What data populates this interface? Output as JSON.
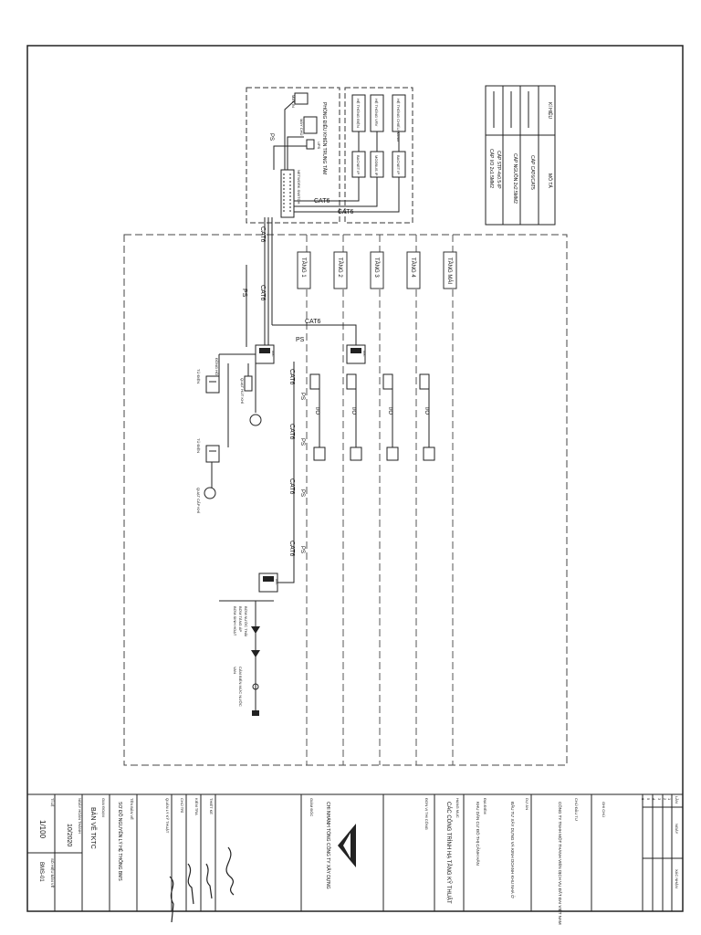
{
  "legend": {
    "headers": [
      "KÍ HIỆU",
      "MÔ TẢ"
    ],
    "rows": [
      "CÁP CAT6/CAT5",
      "CÁP NGUỒN 2x2.5MM2",
      "CÁP STP-4x0.5-IP",
      "CÁP I/O 2x1.5MM2"
    ]
  },
  "control_room": {
    "title": "PHÒNG ĐIỀU KHIỂN TRUNG TÂM",
    "devices": [
      "MÁY IN",
      "MÁY CHỦ",
      "UPS",
      "NETWORK SWITCH"
    ]
  },
  "systems": {
    "items": [
      "HỆ THỐNG CHIẾU SÁNG",
      "HỆ THỐNG VRV",
      "HỆ THỐNG ĐIỆN"
    ],
    "gateways": [
      "BACNET IP",
      "MODBUS IP",
      "BACNET IP"
    ]
  },
  "floors": [
    "TẦNG 1",
    "TẦNG 2",
    "TẦNG 3",
    "TẦNG 4",
    "TẦNG MÁI"
  ],
  "cable_labels": {
    "cat6": "CAT6",
    "ps": "PS",
    "io": "I/O"
  },
  "field": {
    "ddc": "DDC",
    "meter_label": "ĐỒNG HỒ ĐIỆN",
    "panel_label": "TỦ ĐIỆN",
    "fan_label": "QUẠT HÚT KHÍ",
    "fan2_label": "QUẠT CẤP KHÍ",
    "pump_labels": [
      "BƠM SINH HOẠT",
      "BƠM TĂNG ÁP",
      "BƠM NƯỚC THẢI",
      "VAN",
      "CẢM BIẾN MỨC NƯỚC"
    ]
  },
  "title_block": {
    "revision_headers": [
      "LẦN",
      "NGÀY",
      "XÁC NHẬN"
    ],
    "revision_numbers": [
      "1",
      "2",
      "3",
      "4",
      "5",
      "6"
    ],
    "notes_label": "GHI CHÚ",
    "owner_label": "CHỦ ĐẦU TƯ",
    "owner_name": "CÔNG TY TNHH MỘT THÀNH VIÊN DỊCH VỤ ĐẤT ĐAI VIỆT NAM",
    "project_label": "DỰ ÁN",
    "project_name": "ĐẦU TƯ XÂY DỰNG VÀ KINH DOANH KHU NHÀ Ở",
    "work_label": "HẠNG MỤC",
    "work_name": "CÁC CÔNG TRÌNH HẠ TẦNG KỸ THUẬT",
    "location_label": "ĐỊA ĐIỂM",
    "location_name": "KHU DÂN CƯ ĐÔ THỊ CẢNH HÂN",
    "contractor_label": "ĐƠN VỊ THI CÔNG",
    "company_name": "CHI NHÁNH TỔNG CÔNG TY XÂY DỰNG",
    "director_label": "GIÁM ĐỐC",
    "roles": [
      "THIẾT KẾ",
      "KIỂM TRA",
      "CHỦ TRÌ",
      "QUẢN LÝ KỸ THUẬT"
    ],
    "drawing_title_label": "TÊN BẢN VẼ",
    "drawing_title": "SƠ ĐỒ NGUYÊN LÝ HỆ THỐNG BMS",
    "phase_label": "GIAI ĐOẠN",
    "phase": "BẢN VẼ TKTC",
    "date_label": "NGÀY HOÀN THÀNH",
    "date": "10/2020",
    "scale_label": "TỈ LỆ",
    "scale": "1/100",
    "sheet_label": "SỐ HIỆU BẢN VẼ",
    "sheet_no": "BMS-01"
  }
}
